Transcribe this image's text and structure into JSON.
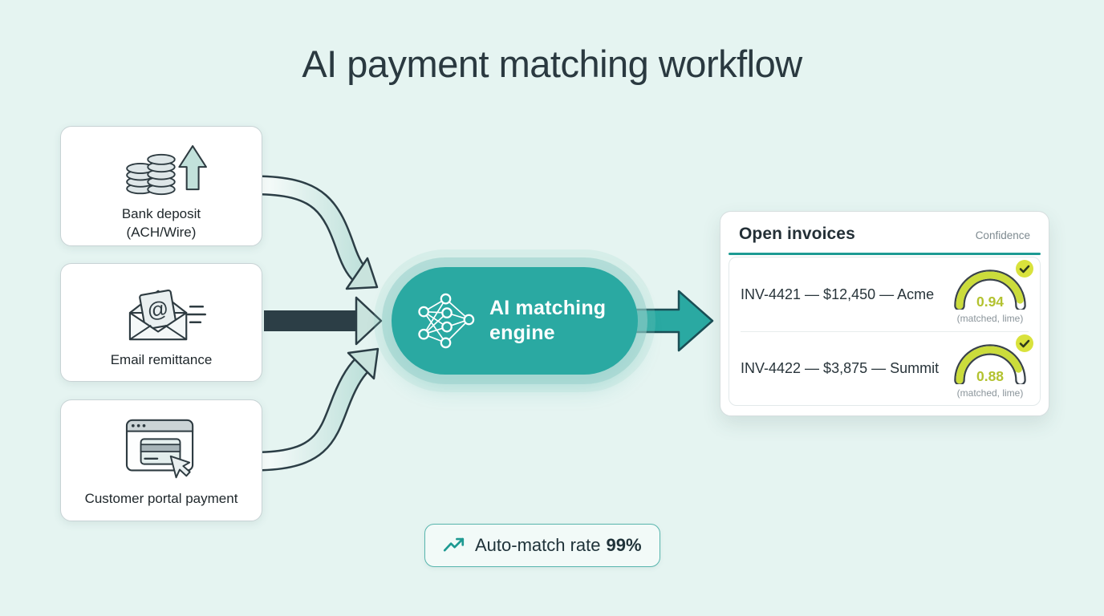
{
  "title": "AI payment matching workflow",
  "sources": [
    {
      "icon": "coins-deposit-icon",
      "label": "Bank deposit",
      "label_line2": "(ACH/Wire)"
    },
    {
      "icon": "email-remittance-icon",
      "label": "Email remittance"
    },
    {
      "icon": "portal-payment-icon",
      "label": "Customer portal payment"
    }
  ],
  "engine": {
    "icon": "neural-network-icon",
    "label_line1": "AI matching",
    "label_line2": "engine"
  },
  "invoices_panel": {
    "title": "Open invoices",
    "column_header": "Confidence",
    "rows": [
      {
        "invoice": "INV-4421 — $12,450 — Acme",
        "confidence": "0.94",
        "confidence_value": 0.94,
        "status_note": "(matched, lime)",
        "status_icon": "check-icon"
      },
      {
        "invoice": "INV-4422 — $3,875 — Summit",
        "confidence": "0.88",
        "confidence_value": 0.88,
        "status_note": "(matched, lime)",
        "status_icon": "check-icon"
      }
    ]
  },
  "footer_badge": {
    "icon": "trending-up-icon",
    "label": "Auto-match rate",
    "value": "99%"
  },
  "colors": {
    "background": "#E5F4F1",
    "teal": "#2AA9A2",
    "teal_dark": "#1D9B93",
    "lime": "#CBDC3B",
    "lime_text": "#B3C230",
    "ink": "#26353C",
    "muted_text": "#7E8A90",
    "outline_dark": "#2E3B41"
  }
}
